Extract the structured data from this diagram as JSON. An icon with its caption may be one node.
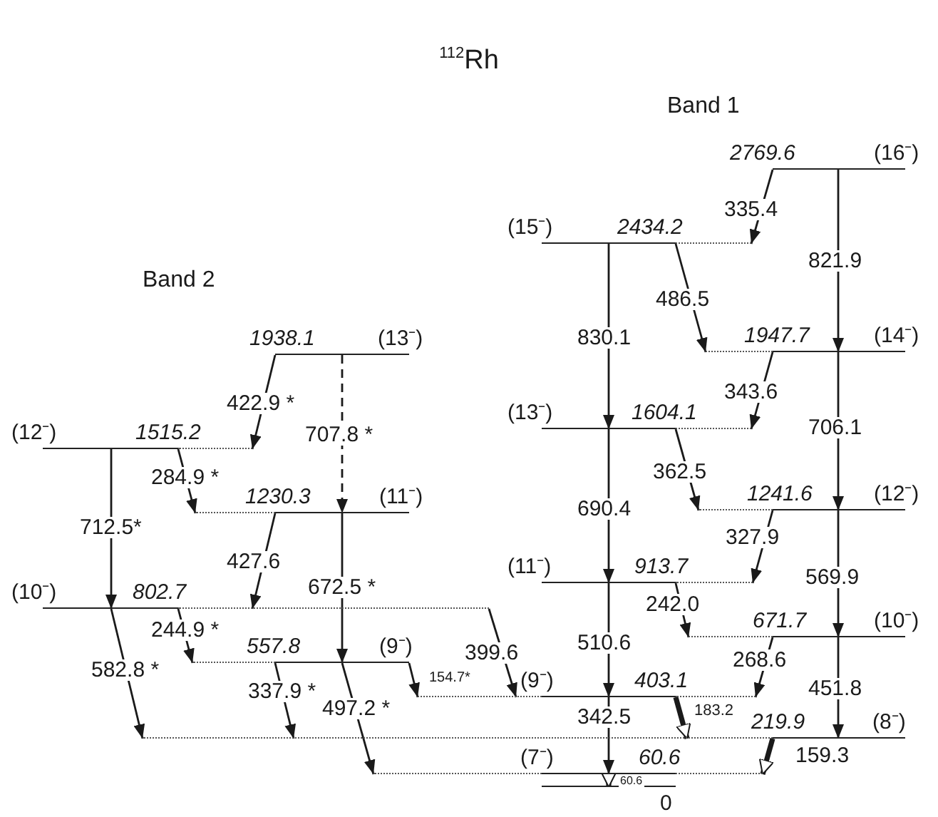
{
  "diagram": {
    "title": "$^{112}$Rh",
    "nodes": [
      {
        "text": [
          "2769.6",
          "(16⁻)"
        ]
      },
      {
        "text": [
          "(15⁻)",
          "2434.2"
        ]
      },
      {
        "text": [
          "1947.7",
          "(14⁻)"
        ]
      },
      {
        "text": [
          "(13⁻)",
          "1604.1"
        ]
      },
      {
        "text": [
          "1241.6",
          "(12⁻)"
        ]
      },
      {
        "text": [
          "(11⁻)",
          "913.7"
        ]
      },
      {
        "text": [
          "671.7",
          "(10⁻)"
        ]
      },
      {
        "text": [
          "(9⁻)",
          "403.1"
        ]
      },
      {
        "text": [
          "219.9",
          "(8⁻)"
        ]
      },
      {
        "text": [
          "(7⁻)",
          "60.6"
        ]
      },
      {
        "text": [
          "0"
        ]
      },
      {
        "text": [
          "1938.1",
          "(13⁻)"
        ]
      },
      {
        "text": [
          "(12⁻)",
          "1515.2"
        ]
      },
      {
        "text": [
          "1230.3",
          "(11⁻)"
        ]
      },
      {
        "text": [
          "(10⁻)",
          "802.7"
        ]
      },
      {
        "text": [
          "557.8",
          "(9⁻)"
        ]
      }
    ],
    "edges": [
      {
        "from": 0,
        "to": 1,
        "arrow": "to",
        "label": "335.4"
      },
      {
        "from": 0,
        "to": 2,
        "arrow": "to",
        "label": "821.9"
      },
      {
        "from": 1,
        "to": 2,
        "arrow": "to",
        "label": "486.5"
      },
      {
        "from": 1,
        "to": 3,
        "arrow": "to",
        "label": "830.1"
      },
      {
        "from": 2,
        "to": 3,
        "arrow": "to",
        "label": "343.6"
      },
      {
        "from": 2,
        "to": 4,
        "arrow": "to",
        "label": "706.1"
      },
      {
        "from": 3,
        "to": 4,
        "arrow": "to",
        "label": "362.5"
      },
      {
        "from": 3,
        "to": 5,
        "arrow": "to",
        "label": "690.4"
      },
      {
        "from": 4,
        "to": 5,
        "arrow": "to",
        "label": "327.9"
      },
      {
        "from": 4,
        "to": 6,
        "arrow": "to",
        "label": "569.9"
      },
      {
        "from": 5,
        "to": 6,
        "arrow": "to",
        "label": "242.0"
      },
      {
        "from": 5,
        "to": 7,
        "arrow": "to",
        "label": "510.6"
      },
      {
        "from": 6,
        "to": 7,
        "arrow": "to",
        "label": "268.6"
      },
      {
        "from": 6,
        "to": 8,
        "arrow": "to",
        "label": "451.8"
      },
      {
        "from": 7,
        "to": 8,
        "arrow": "to",
        "label": "183.2",
        "style": "thick"
      },
      {
        "from": 7,
        "to": 9,
        "arrow": "to",
        "label": "342.5"
      },
      {
        "from": 8,
        "to": 9,
        "arrow": "to",
        "label": "159.3",
        "style": "thick"
      },
      {
        "from": 9,
        "to": 10,
        "arrow": "to",
        "label": "60.6",
        "style": "thick"
      },
      {
        "from": 11,
        "to": 12,
        "arrow": "to",
        "label": "422.9 *"
      },
      {
        "from": 11,
        "to": 13,
        "arrow": "to",
        "label": "707.8 *",
        "style": "dashed"
      },
      {
        "from": 12,
        "to": 13,
        "arrow": "to",
        "label": "284.9 *"
      },
      {
        "from": 12,
        "to": 14,
        "arrow": "to",
        "label": "712.5*"
      },
      {
        "from": 13,
        "to": 14,
        "arrow": "to",
        "label": "427.6"
      },
      {
        "from": 13,
        "to": 15,
        "arrow": "to",
        "label": "672.5 *"
      },
      {
        "from": 14,
        "to": 15,
        "arrow": "to",
        "label": "244.9 *"
      },
      {
        "from": 14,
        "to": 7,
        "arrow": "to",
        "label": "399.6"
      },
      {
        "from": 14,
        "to": 8,
        "arrow": "to",
        "label": "582.8 *"
      },
      {
        "from": 15,
        "to": 7,
        "arrow": "to",
        "label": "154.7*"
      },
      {
        "from": 15,
        "to": 8,
        "arrow": "to",
        "label": "337.9 *"
      },
      {
        "from": 15,
        "to": 9,
        "arrow": "to",
        "label": "497.2 *"
      }
    ],
    "labels": [
      "Band 1",
      "Band 2"
    ]
  }
}
